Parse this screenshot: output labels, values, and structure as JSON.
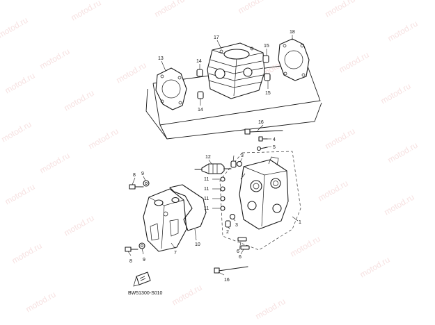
{
  "watermark": {
    "text": "motod.ru",
    "color": "#f0c9c9"
  },
  "diagram_code": "BW51300-S010",
  "callouts": {
    "c1": "1",
    "c2": "2",
    "c3a": "3",
    "c3b": "3",
    "c4": "4",
    "c5": "5",
    "c6a": "6",
    "c6b": "6",
    "c7": "7",
    "c8a": "8",
    "c8b": "8",
    "c9a": "9",
    "c9b": "9",
    "c10": "10",
    "c11a": "11",
    "c11b": "11",
    "c11c": "11",
    "c11d": "11",
    "c12": "12",
    "c13": "13",
    "c14a": "14",
    "c14b": "14",
    "c15a": "15",
    "c15b": "15",
    "c16a": "16",
    "c16b": "16",
    "c17": "17",
    "c18": "18"
  }
}
